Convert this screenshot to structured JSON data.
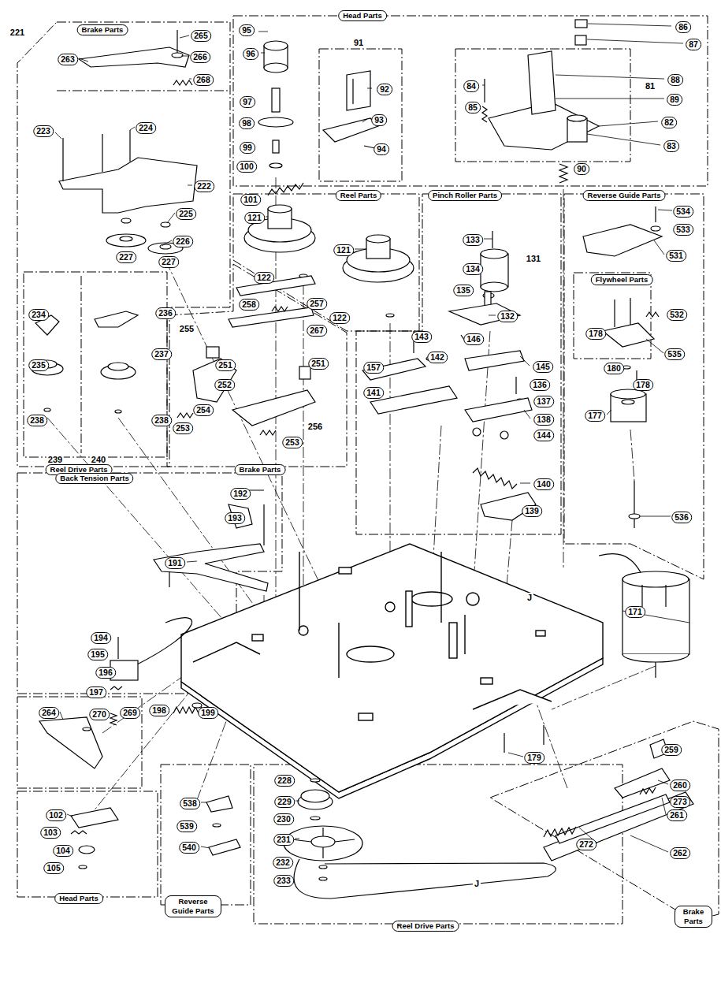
{
  "diagram": {
    "labels": [
      "221",
      "Brake Parts",
      "265",
      "266",
      "263",
      "268",
      "223",
      "224",
      "222",
      "225",
      "226",
      "227",
      "227",
      "234",
      "236",
      "235",
      "237",
      "238",
      "238",
      "239",
      "240",
      "Reel Drive Parts",
      "Head Parts",
      "95",
      "96",
      "97",
      "98",
      "99",
      "100",
      "101",
      "91",
      "92",
      "93",
      "94",
      "86",
      "87",
      "88",
      "89",
      "84",
      "85",
      "82",
      "83",
      "81",
      "90",
      "Reel Parts",
      "121",
      "122",
      "121",
      "122",
      "Pinch Roller Parts",
      "133",
      "134",
      "135",
      "132",
      "131",
      "157",
      "143",
      "142",
      "146",
      "145",
      "136",
      "141",
      "137",
      "138",
      "144",
      "140",
      "139",
      "Reverse Guide Parts",
      "534",
      "533",
      "531",
      "Flywheel Parts",
      "178",
      "532",
      "535",
      "180",
      "178",
      "177",
      "536",
      "258",
      "257",
      "267",
      "255",
      "251",
      "251",
      "252",
      "254",
      "253",
      "256",
      "253",
      "Brake Parts",
      "Back Tension Parts",
      "192",
      "193",
      "191",
      "194",
      "195",
      "196",
      "197",
      "198",
      "199",
      "171",
      "J",
      "179",
      "264",
      "270",
      "269",
      "102",
      "103",
      "104",
      "105",
      "Head Parts",
      "538",
      "539",
      "540",
      "Reverse Guide Parts",
      "228",
      "229",
      "230",
      "231",
      "232",
      "233",
      "J",
      "Reel Drive Parts",
      "259",
      "260",
      "273",
      "261",
      "272",
      "262",
      "Brake Parts"
    ]
  }
}
